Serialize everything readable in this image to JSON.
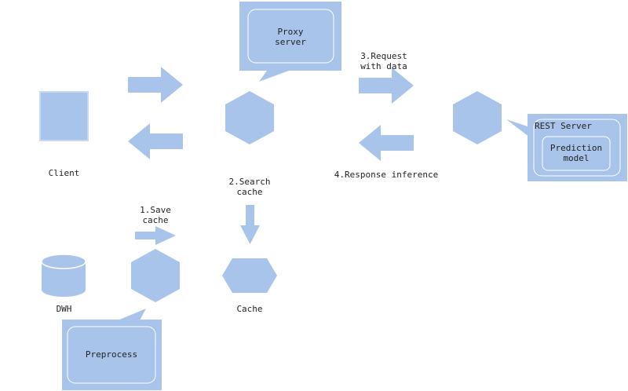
{
  "nodes": {
    "client": "Client",
    "proxy": "Proxy\nserver",
    "rest_server": "REST Server",
    "prediction_model": "Prediction\nmodel",
    "cache": "Cache",
    "dwh": "DWH",
    "preprocess": "Preprocess"
  },
  "edges": {
    "request": "3.Request\nwith data",
    "response": "4.Response inference",
    "search_cache": "2.Search\ncache",
    "save_cache": "1.Save\ncache"
  },
  "colors": {
    "fill": "#A9C4EB",
    "inner_border": "#FFFFFF",
    "client_border": "#C8D8F0"
  }
}
